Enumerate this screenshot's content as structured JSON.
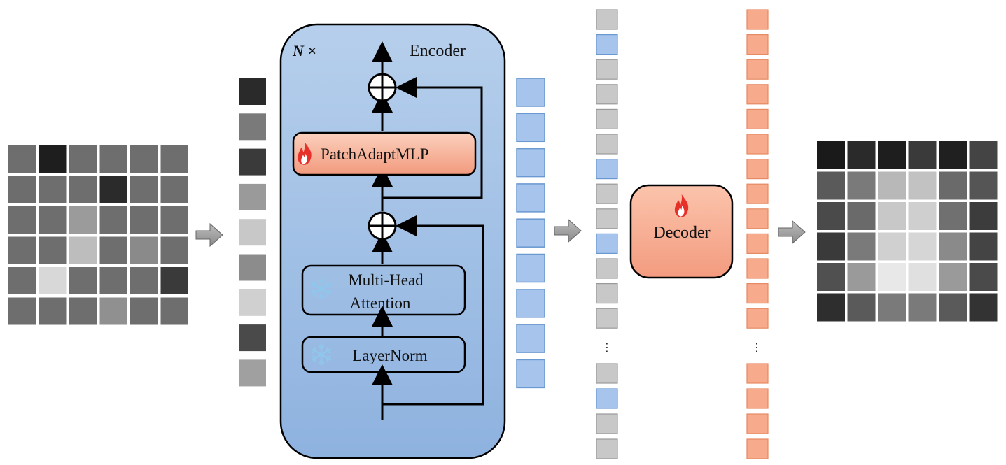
{
  "encoder": {
    "title": "Encoder",
    "repeat_label": "N ×",
    "patch_adapt_mlp_label": "PatchAdaptMLP",
    "mha_label_line1": "Multi-Head",
    "mha_label_line2": "Attention",
    "layernorm_label": "LayerNorm"
  },
  "decoder": {
    "label": "Decoder"
  },
  "ellipsis": "⋮",
  "colors": {
    "encoder_fill": "#a8c4e6",
    "encoder_fill_bottom": "#8fb2df",
    "mlp_fill": "#f4a489",
    "decoder_fill": "#f6a68a",
    "blue_token": "#a6c4ec",
    "gray_token": "#c8c8c8",
    "orange_token": "#f7ab8c",
    "flame": "#e8302a",
    "snowflake": "#8fc6ec"
  },
  "icons": {
    "trainable": "flame-icon",
    "frozen": "snowflake-icon",
    "add": "plus-circle-icon",
    "flow": "gray-arrow-icon"
  }
}
